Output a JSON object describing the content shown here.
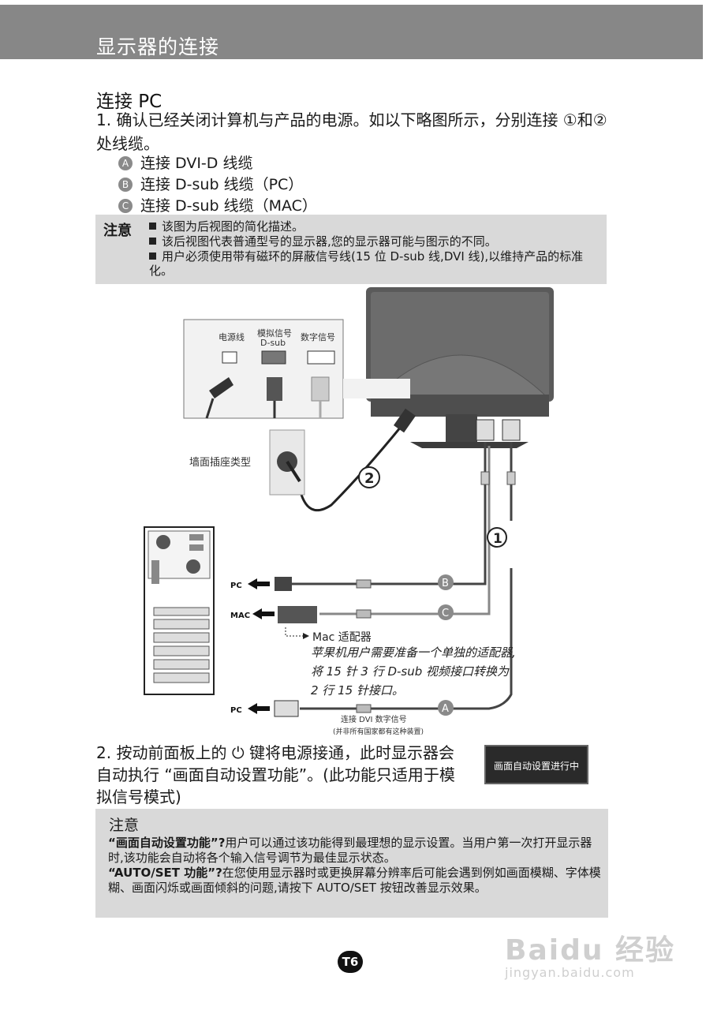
{
  "header": {
    "title": "显示器的连接"
  },
  "section_title": "连接 PC",
  "step1": {
    "text": "1. 确认已经关闭计算机与产品的电源。如以下略图所示，分别连接 ①和②处线缆。"
  },
  "options": [
    {
      "badge": "A",
      "label": "连接 DVI-D 线缆"
    },
    {
      "badge": "B",
      "label": "连接 D-sub 线缆（PC）"
    },
    {
      "badge": "C",
      "label": "连接 D-sub 线缆（MAC）"
    }
  ],
  "note1": {
    "label": "注意",
    "items": [
      "该图为后视图的简化描述。",
      "该后视图代表普通型号的显示器,您的显示器可能与图示的不同。",
      "用户必须使用带有磁环的屏蔽信号线(15 位 D-sub 线,DVI 线),以维持产品的标准化。"
    ]
  },
  "diagram": {
    "power_label": "电源线",
    "analog_label": "模拟信号",
    "analog_sub": "D-sub",
    "digital_label": "数字信号",
    "outlet_label": "墙面插座类型",
    "num1": "1",
    "num2": "2",
    "pc_label": "PC",
    "mac_label": "MAC",
    "badge_a": "A",
    "badge_b": "B",
    "badge_c": "C",
    "mac_adapter": "Mac 适配器",
    "mac_note": "苹果机用户需要准备一个单独的适配器,将 15 针 3 行 D-sub 视频接口转换为 2 行 15 针接口。",
    "dvi_caption": "连接 DVI 数字信号",
    "dvi_caption_sub": "(并非所有国家都有这种装置)"
  },
  "step2": {
    "prefix": "2. 按动前面板上的",
    "power_icon": "⏻",
    "suffix": "键将电源接通，此时显示器会自动执行 “画面自动设置功能”。(此功能只适用于模拟信号模式)"
  },
  "auto_box": {
    "text": "画面自动设置进行中"
  },
  "note2": {
    "label": "注意",
    "p1_bold": "“画面自动设置功能”?",
    "p1": "用户可以通过该功能得到最理想的显示设置。当用户第一次打开显示器时,该功能会自动将各个输入信号调节为最佳显示状态。",
    "p2_bold": "“AUTO/SET 功能”?",
    "p2": "在您使用显示器时或更换屏幕分辨率后可能会遇到例如画面模糊、字体模糊、画面闪烁或画面倾斜的问题,请按下 AUTO/SET 按钮改善显示效果。"
  },
  "page_number": "T6",
  "watermark": {
    "logo": "Baidu 经验",
    "url": "jingyan.baidu.com"
  },
  "colors": {
    "header_bg": "#878787",
    "note_bg": "#d9d9d9",
    "badge_bg": "#8a8a8a"
  }
}
